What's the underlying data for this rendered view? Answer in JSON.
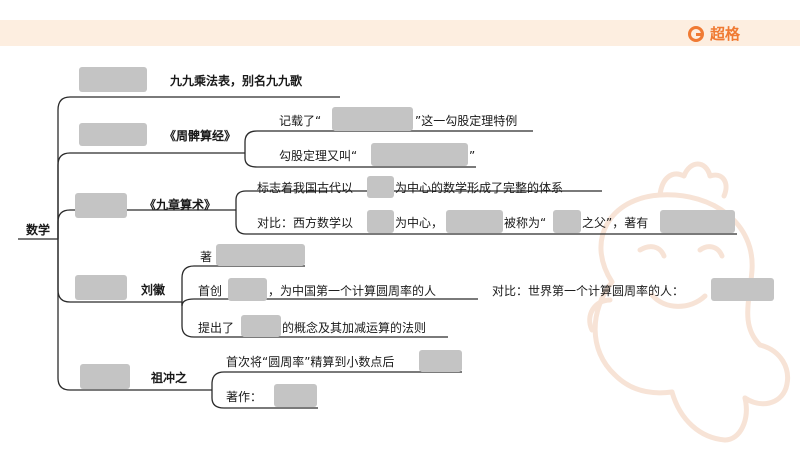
{
  "brand": {
    "name": "超格",
    "accent": "#f07a33",
    "band_color": "#fdeee0"
  },
  "root": "数学",
  "texts": {
    "b1": "九九乘法表，别名九九歌",
    "b2": "《周髀算经》",
    "b2a": "记载了“",
    "b2a_end": "”这一勾股定理特例",
    "b2b": "勾股定理又叫“",
    "b2b_end": "”",
    "b3": "《九章算术》",
    "b3a_pre": "标志着我国古代以",
    "b3a_post": "为中心的数学形成了完整的体系",
    "b3b_pre": "对比：西方数学以",
    "b3b_mid": "为中心，",
    "b3b_mid2": "被称为“",
    "b3b_post": "之父”，著有",
    "b4": "刘徽",
    "b4a": "著",
    "b4b_pre": "首创",
    "b4b_post": "，为中国第一个计算圆周率的人",
    "b4c": "对比：世界第一个计算圆周率的人：",
    "b4d_pre": "提出了",
    "b4d_post": "的概念及其加减运算的法则",
    "b5": "祖冲之",
    "b5a": "首次将“圆周率”精算到小数点后",
    "b5b": "著作："
  }
}
